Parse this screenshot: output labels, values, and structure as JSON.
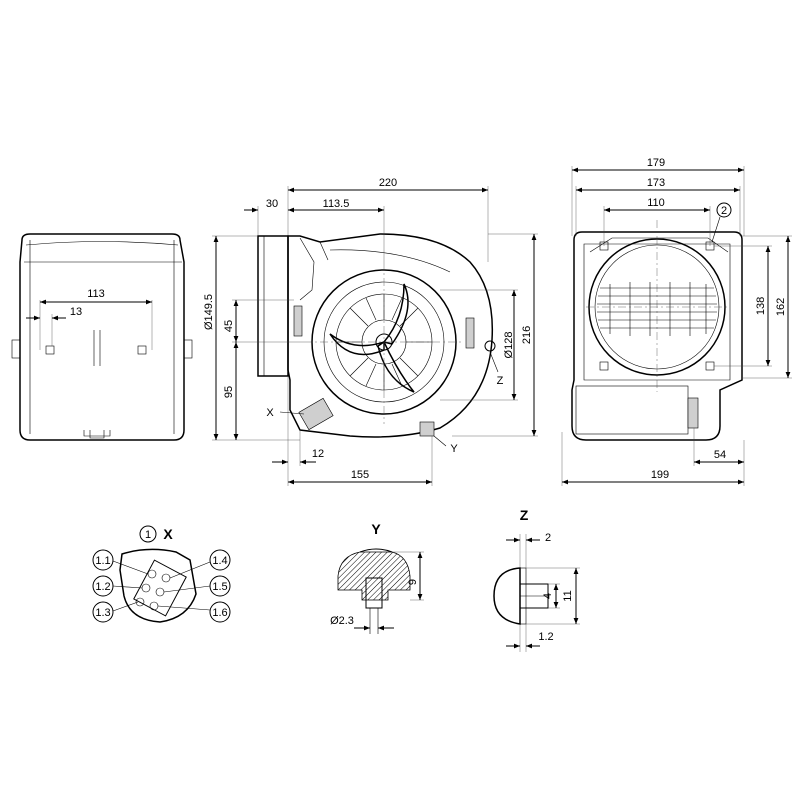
{
  "views": {
    "left_view": {
      "dims": {
        "width_113": "113",
        "slot_13": "13"
      }
    },
    "front_view": {
      "dims": {
        "overall_220": "220",
        "inlet_30": "30",
        "center_113_5": "113.5",
        "diam_149_5": "Ø149.5",
        "height_45": "45",
        "height_95": "95",
        "diam_128": "Ø128",
        "height_216": "216",
        "offset_12": "12",
        "depth_155": "155"
      },
      "labels": {
        "x": "X",
        "y": "Y",
        "z": "Z"
      }
    },
    "right_view": {
      "dims": {
        "w_179": "179",
        "w_173": "173",
        "w_110": "110",
        "h_138": "138",
        "h_162": "162",
        "w_199": "199",
        "w_54": "54"
      },
      "callout": "2"
    }
  },
  "details": {
    "x": {
      "title": "X",
      "callout": "1",
      "pins": [
        "1.1",
        "1.2",
        "1.3",
        "1.4",
        "1.5",
        "1.6"
      ]
    },
    "y": {
      "title": "Y",
      "dims": {
        "h_9": "9",
        "diam_2_3": "Ø2.3"
      }
    },
    "z": {
      "title": "Z",
      "dims": {
        "d_2": "2",
        "h_4": "4",
        "h_11": "11",
        "d_1_2": "1.2"
      }
    }
  }
}
